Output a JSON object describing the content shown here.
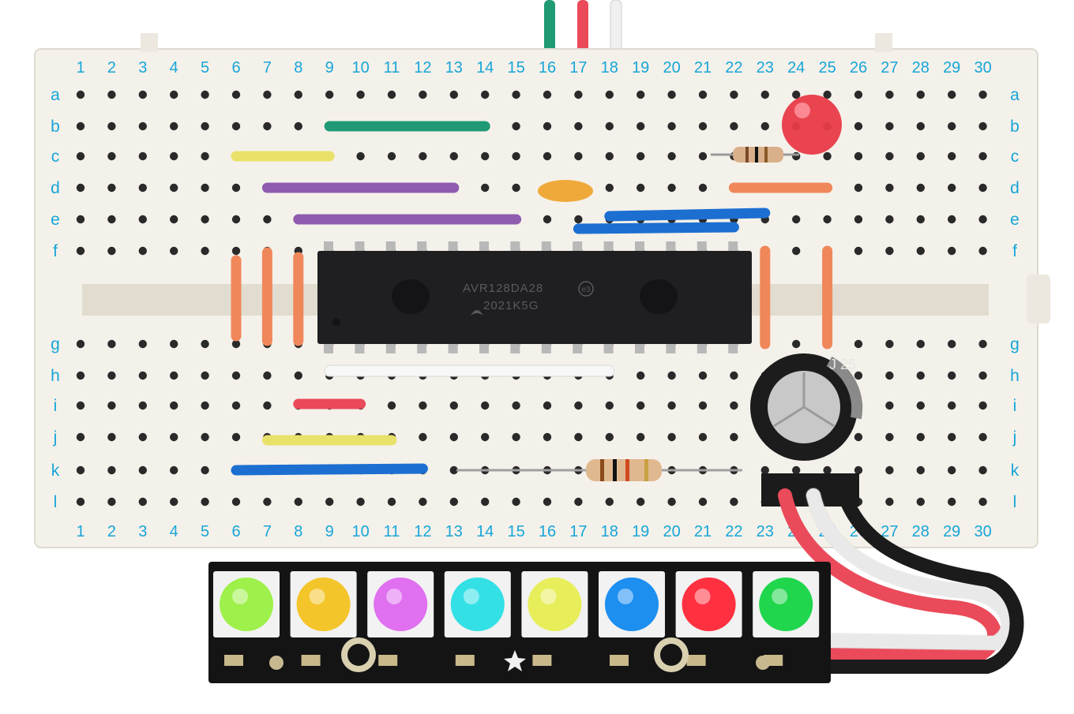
{
  "columns": [
    "1",
    "2",
    "3",
    "4",
    "5",
    "6",
    "7",
    "8",
    "9",
    "10",
    "11",
    "12",
    "13",
    "14",
    "15",
    "16",
    "17",
    "18",
    "19",
    "20",
    "21",
    "22",
    "23",
    "24",
    "25",
    "26",
    "27",
    "28",
    "29",
    "30"
  ],
  "rows_top": [
    "a",
    "b",
    "c",
    "d",
    "e",
    "f"
  ],
  "rows_bottom": [
    "g",
    "h",
    "i",
    "j",
    "k",
    "l"
  ],
  "label_color": "#17a5d8",
  "chip": {
    "part_number": "AVR128DA28",
    "date_code": "2021K5G",
    "marking": "e3"
  },
  "capacitor": {
    "marking": "J 25"
  },
  "jumper_colors": {
    "green": "#1f9a74",
    "yellow": "#e9e26a",
    "purple": "#8e5bb0",
    "blue": "#1c6fd1",
    "orange": "#f0875a",
    "red": "#ea4a5a",
    "white": "#f7f7f7",
    "black": "#1b1b1b"
  },
  "led_colors": [
    "#9ef04a",
    "#f4c52a",
    "#e070f0",
    "#33e0e6",
    "#e8ee5a",
    "#1c8ff0",
    "#ff3040",
    "#1fd64c"
  ]
}
